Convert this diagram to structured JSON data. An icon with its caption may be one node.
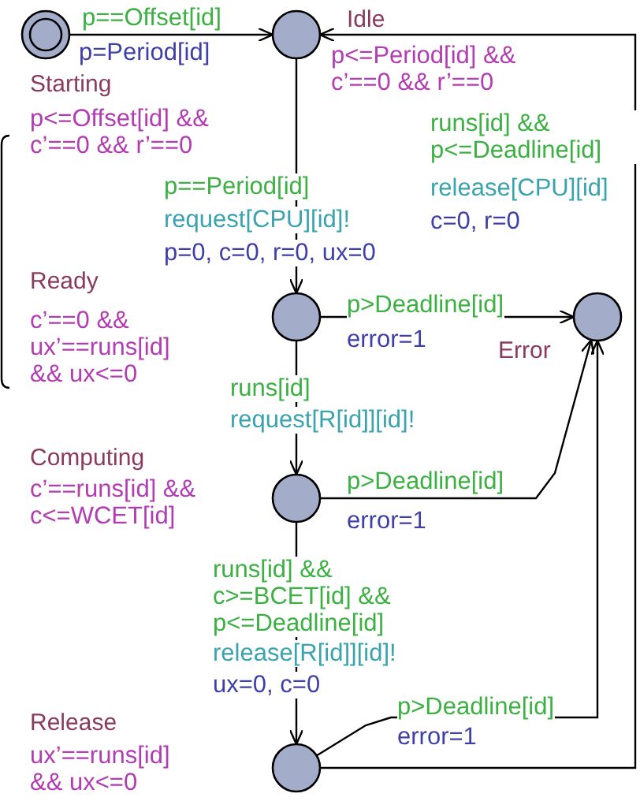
{
  "diagram": {
    "nodes": [
      {
        "text": [],
        "shape": "double-circle",
        "beside": [
          "Starting",
          "p<=Offset[id] && c’==0 && r’==0"
        ]
      },
      {
        "text": [],
        "shape": "circle",
        "beside": [
          "Idle",
          "p<=Period[id] && c’==0 && r’==0"
        ]
      },
      {
        "text": [],
        "shape": "circle",
        "beside": [
          "Ready",
          "c’==0 && ux’==runs[id] && ux<=0"
        ]
      },
      {
        "text": [],
        "shape": "circle",
        "beside": [
          "Error"
        ]
      },
      {
        "text": [],
        "shape": "circle",
        "beside": [
          "Computing",
          "c’==runs[id] && c<=WCET[id]"
        ]
      },
      {
        "text": [],
        "shape": "circle",
        "beside": [
          "Release",
          "ux’==runs[id] && ux<=0"
        ]
      }
    ],
    "edges": [
      {
        "from": 0,
        "to": 1,
        "arrow": "to",
        "label": "p==Offset[id]"
      },
      {
        "from": 1,
        "to": 2,
        "arrow": "to",
        "label": "p==Period[id]"
      },
      {
        "from": 2,
        "to": 3,
        "arrow": "to",
        "label": "p>Deadline[id]"
      },
      {
        "from": 2,
        "to": 4,
        "arrow": "to",
        "label": "runs[id]"
      },
      {
        "from": 4,
        "to": 3,
        "arrow": "to",
        "label": "p>Deadline[id]"
      },
      {
        "from": 4,
        "to": 5,
        "arrow": "to",
        "label": "runs[id] && c>=BCET[id] && p<=Deadline[id]"
      },
      {
        "from": 5,
        "to": 3,
        "arrow": "to",
        "label": "p>Deadline[id]"
      },
      {
        "from": 5,
        "to": 1,
        "arrow": "to",
        "label": "runs[id] && p<=Deadline[id]"
      }
    ],
    "labels": [
      "p=Period[id]",
      "release[CPU][id]",
      "c=0, r=0",
      "request[CPU][id]!",
      "p=0, c=0, r=0, ux=0",
      "error=1",
      "request[R[id]][id]!",
      "error=1",
      "release[R[id]][id]!",
      "ux=0, c=0",
      "error=1"
    ]
  }
}
